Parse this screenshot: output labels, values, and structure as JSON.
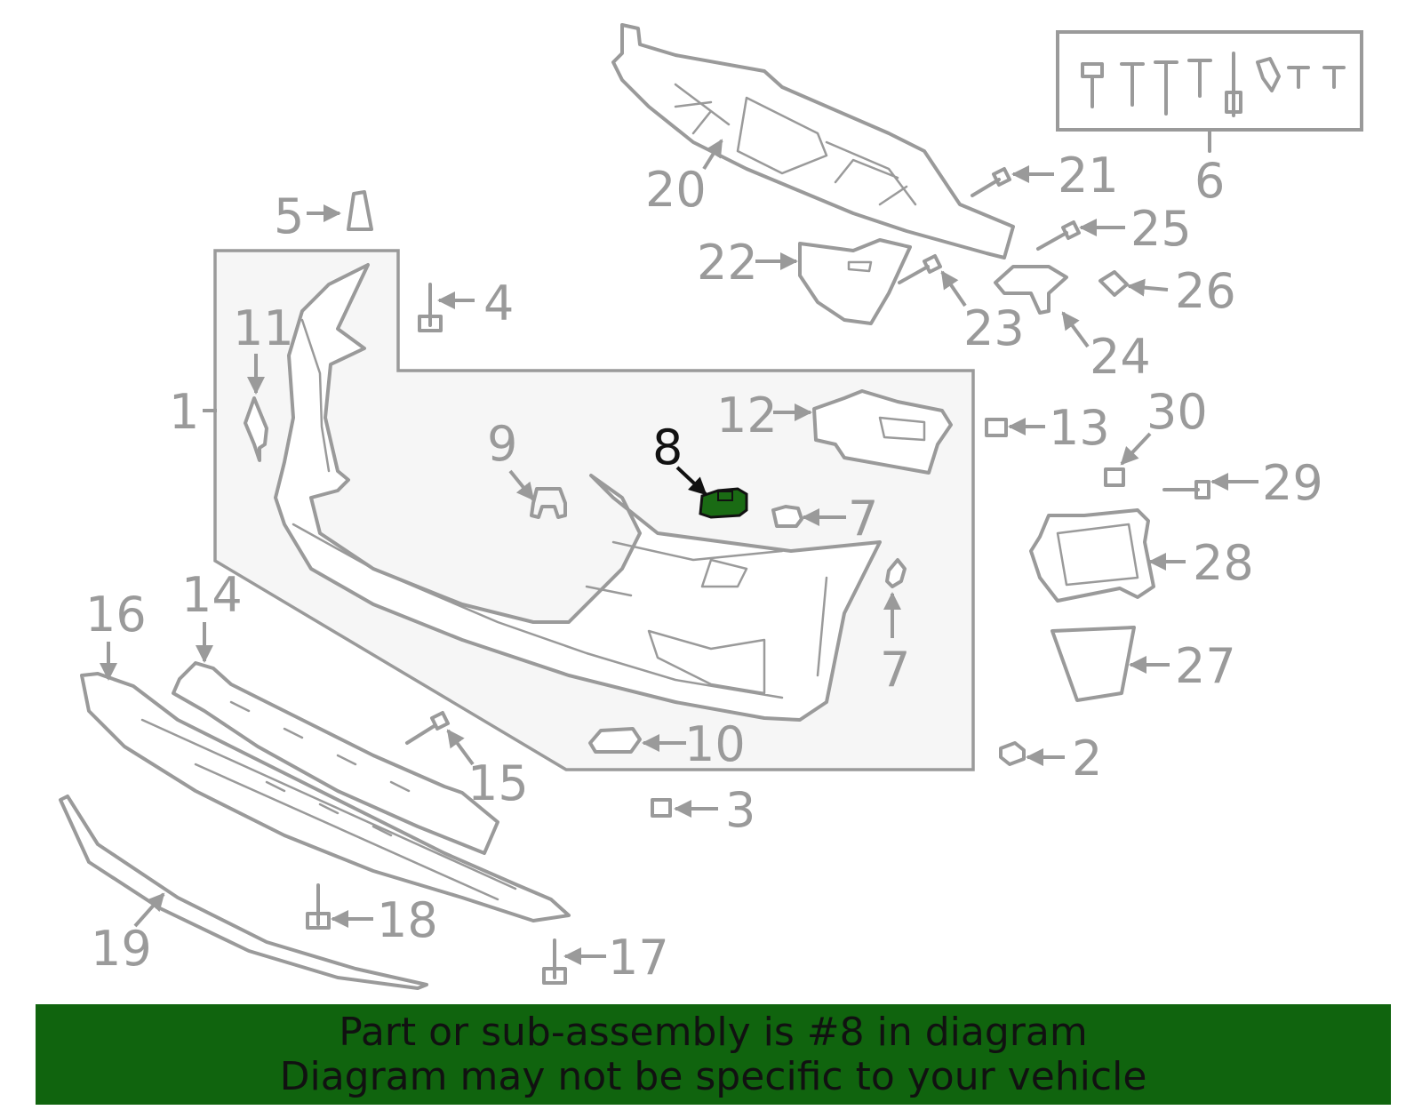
{
  "diagram": {
    "highlighted_part": "8",
    "highlight_color": "#1a6b14",
    "labels": {
      "p1": "1",
      "p2": "2",
      "p3": "3",
      "p4": "4",
      "p5": "5",
      "p6": "6",
      "p7a": "7",
      "p7b": "7",
      "p8": "8",
      "p9": "9",
      "p10": "10",
      "p11": "11",
      "p12": "12",
      "p13": "13",
      "p14": "14",
      "p15": "15",
      "p16": "16",
      "p17": "17",
      "p18": "18",
      "p19": "19",
      "p20": "20",
      "p21": "21",
      "p22": "22",
      "p23": "23",
      "p24": "24",
      "p25": "25",
      "p26": "26",
      "p27": "27",
      "p28": "28",
      "p29": "29",
      "p30": "30"
    }
  },
  "banner": {
    "line1": "Part or sub-assembly is #8 in diagram",
    "line2": "Diagram may not be specific to your vehicle",
    "background": "#10640e"
  }
}
